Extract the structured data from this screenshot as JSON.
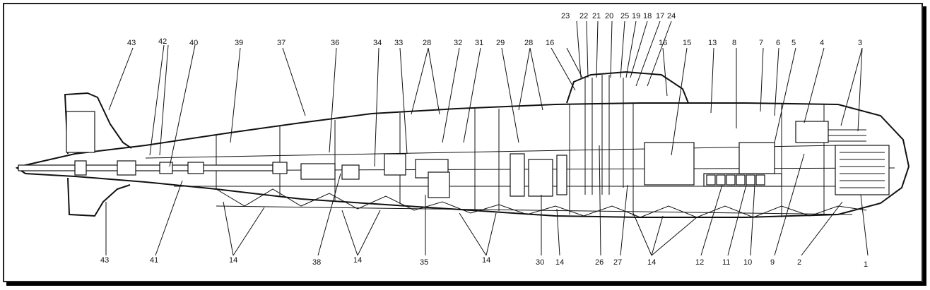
{
  "diagram": {
    "callouts": [
      {
        "id": "c1",
        "text": "1"
      },
      {
        "id": "c2",
        "text": "2"
      },
      {
        "id": "c3",
        "text": "3"
      },
      {
        "id": "c4",
        "text": "4"
      },
      {
        "id": "c5",
        "text": "5"
      },
      {
        "id": "c6",
        "text": "6"
      },
      {
        "id": "c7",
        "text": "7"
      },
      {
        "id": "c8",
        "text": "8"
      },
      {
        "id": "c9",
        "text": "9"
      },
      {
        "id": "c10",
        "text": "10"
      },
      {
        "id": "c11",
        "text": "11"
      },
      {
        "id": "c12",
        "text": "12"
      },
      {
        "id": "c13",
        "text": "13"
      },
      {
        "id": "c14a",
        "text": "14"
      },
      {
        "id": "c14b",
        "text": "14"
      },
      {
        "id": "c14c",
        "text": "14"
      },
      {
        "id": "c14d",
        "text": "14"
      },
      {
        "id": "c14e",
        "text": "14"
      },
      {
        "id": "c15",
        "text": "15"
      },
      {
        "id": "c16a",
        "text": "16"
      },
      {
        "id": "c16b",
        "text": "16"
      },
      {
        "id": "c17",
        "text": "17"
      },
      {
        "id": "c18",
        "text": "18"
      },
      {
        "id": "c19",
        "text": "19"
      },
      {
        "id": "c20",
        "text": "20"
      },
      {
        "id": "c21",
        "text": "21"
      },
      {
        "id": "c22",
        "text": "22"
      },
      {
        "id": "c23",
        "text": "23"
      },
      {
        "id": "c24",
        "text": "24"
      },
      {
        "id": "c25",
        "text": "25"
      },
      {
        "id": "c26",
        "text": "26"
      },
      {
        "id": "c27",
        "text": "27"
      },
      {
        "id": "c28a",
        "text": "28"
      },
      {
        "id": "c28b",
        "text": "28"
      },
      {
        "id": "c29",
        "text": "29"
      },
      {
        "id": "c30",
        "text": "30"
      },
      {
        "id": "c31",
        "text": "31"
      },
      {
        "id": "c32",
        "text": "32"
      },
      {
        "id": "c33",
        "text": "33"
      },
      {
        "id": "c34",
        "text": "34"
      },
      {
        "id": "c35",
        "text": "35"
      },
      {
        "id": "c36",
        "text": "36"
      },
      {
        "id": "c37",
        "text": "37"
      },
      {
        "id": "c38",
        "text": "38"
      },
      {
        "id": "c39",
        "text": "39"
      },
      {
        "id": "c40",
        "text": "40"
      },
      {
        "id": "c41",
        "text": "41"
      },
      {
        "id": "c42",
        "text": "42"
      },
      {
        "id": "c43a",
        "text": "43"
      },
      {
        "id": "c43b",
        "text": "43"
      }
    ]
  }
}
